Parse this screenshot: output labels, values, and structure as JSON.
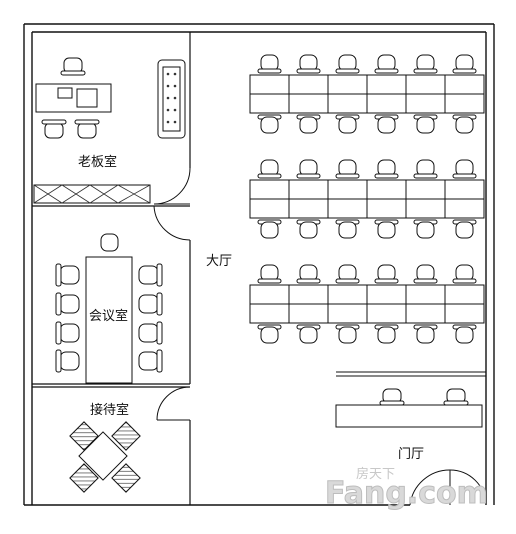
{
  "rooms": {
    "boss_office": "老板室",
    "meeting_room": "会议室",
    "reception_room": "接待室",
    "main_hall": "大厅",
    "lobby": "门厅"
  },
  "watermark": {
    "brand": "Fang.com",
    "tagline": "房天下"
  },
  "colors": {
    "line": "#111111",
    "chair_fill": "#ffffff",
    "pattern": "#555555"
  }
}
